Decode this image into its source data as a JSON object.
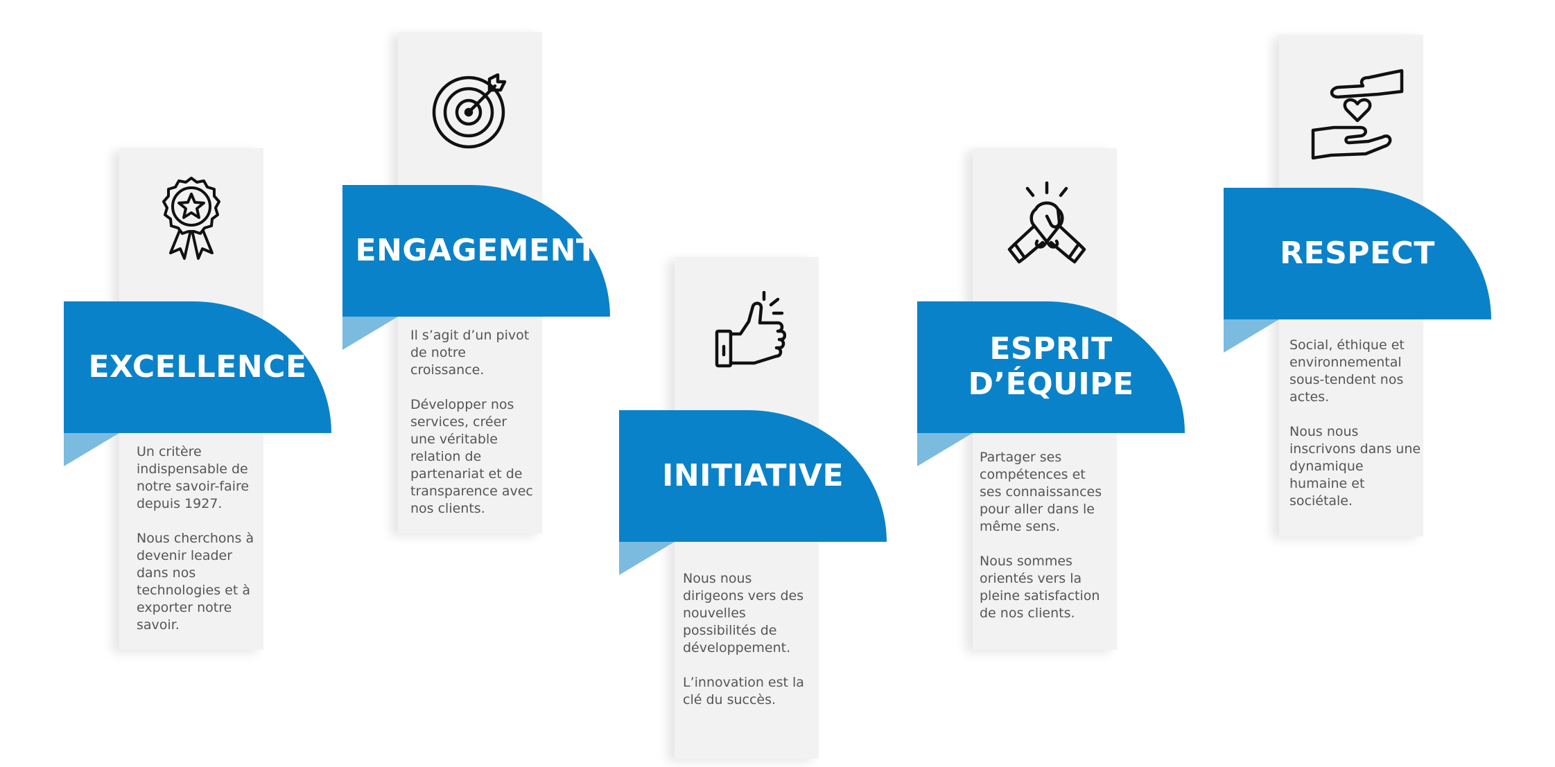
{
  "values": [
    {
      "title": "EXCELLENCE",
      "icon": "award-badge-icon",
      "paragraphs": [
        "Un critère indispensable de notre savoir-faire depuis 1927.",
        "Nous cherchons à devenir leader dans nos technologies et à exporter notre savoir."
      ]
    },
    {
      "title": "ENGAGEMENT",
      "icon": "target-arrow-icon",
      "paragraphs": [
        "Il s’agit d’un pivot de notre croissance.",
        "Développer nos services, créer une véritable relation de partenariat et de transparence avec nos clients."
      ]
    },
    {
      "title": "INITIATIVE",
      "icon": "thumbs-up-icon",
      "paragraphs": [
        "Nous nous dirigeons vers des nouvelles possibilités de développement.",
        "L’innovation est la clé du succès."
      ]
    },
    {
      "title": "ESPRIT\nD’ÉQUIPE",
      "icon": "handshake-icon",
      "paragraphs": [
        "Partager ses compétences et ses connaissances pour aller dans le même sens.",
        "Nous sommes orientés vers la pleine satisfaction de nos clients."
      ]
    },
    {
      "title": "RESPECT",
      "icon": "heart-hands-icon",
      "paragraphs": [
        "Social, éthique et environnemental sous-tendent nos actes.",
        "Nous nous inscrivons dans une dynamique humaine et sociétale."
      ]
    }
  ],
  "colors": {
    "banner": "#0a82c9",
    "fold": "#7bbbe0",
    "card": "#f2f2f2",
    "text": "#555555"
  }
}
